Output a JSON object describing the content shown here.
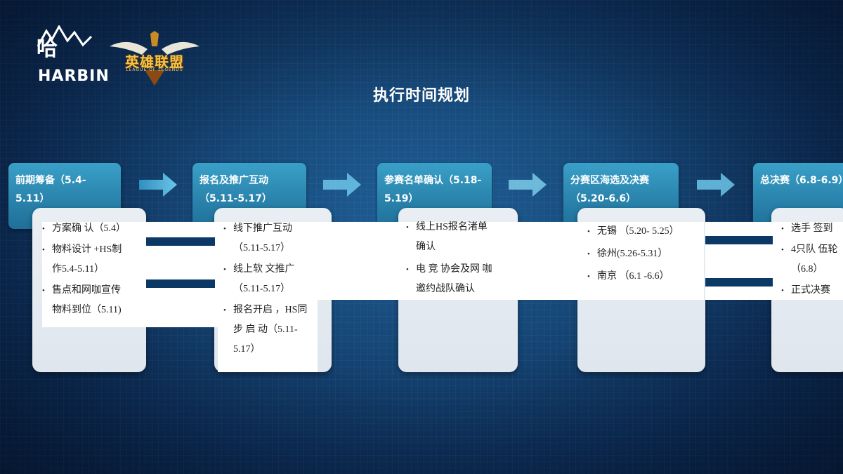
{
  "logos": {
    "harbin_mark": "哈",
    "harbin_word": "HARBIN",
    "lol_title": "英雄联盟",
    "lol_sub": "LEAGUE OF LEGENDS"
  },
  "title": "执行时间规划",
  "phases": [
    {
      "title_line1": "前期筹备（5.4-5.11）",
      "title_line2": ""
    },
    {
      "title_line1": "报名及推广互动",
      "title_line2": "（5.11-5.17）"
    },
    {
      "title_line1": "参赛名单确认（5.18-",
      "title_line2": "5.19）"
    },
    {
      "title_line1": "分赛区海选及决赛",
      "title_line2": "（5.20-6.6）"
    },
    {
      "title_line1": "总决赛（6.8-6.9）",
      "title_line2": ""
    }
  ],
  "cards": [
    {
      "items": [
        {
          "line1": "方案确 认（5.4）",
          "line2": ""
        },
        {
          "line1": "物料设计 +HS制",
          "line2": "作5.4-5.11）"
        },
        {
          "line1": "售点和网咖宣传",
          "line2": "物料到位（5.11)"
        }
      ]
    },
    {
      "items": [
        {
          "line1": "线下推广互动",
          "line2": "（5.11-5.17）"
        },
        {
          "line1": "线上软 文推广",
          "line2": "（5.11-5.17）"
        },
        {
          "line1": "报名开启 ，HS同",
          "line2": "步 启 动（5.11-",
          "line3": "5.17）"
        }
      ]
    },
    {
      "items": [
        {
          "line1": "线上HS报名渚单",
          "line2": "确认"
        },
        {
          "line1": "电 竞 协会及网 咖",
          "line2": "邀约战队确认"
        }
      ]
    },
    {
      "items": [
        {
          "line1": "无锡 （5.20- 5.25）",
          "line2": ""
        },
        {
          "line1": "徐州(5.26-5.31）",
          "line2": ""
        },
        {
          "line1": "南京 （6.1 -6.6）",
          "line2": ""
        }
      ]
    },
    {
      "items": [
        {
          "line1": "选手 签到",
          "line2": ""
        },
        {
          "line1": "4只队 伍轮",
          "line2": "（6.8）"
        },
        {
          "line1": "正式决赛",
          "line2": ""
        }
      ]
    }
  ]
}
